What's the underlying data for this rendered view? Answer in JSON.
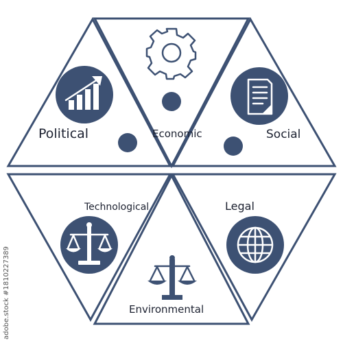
{
  "labels": {
    "political": "Political",
    "economic": "Economic",
    "social": "Social",
    "technological": "Technological",
    "legal": "Legal",
    "environmental": "Environmental"
  },
  "watermark": {
    "stock_id": "adobe.stock #1810227389"
  },
  "icons": {
    "political": "bar-chart-growth-icon",
    "economic": "gear-icon",
    "social": "document-icon",
    "technological": "balance-scale-icon",
    "legal": "globe-icon",
    "environmental": "balance-scale-icon"
  },
  "colors": {
    "stroke": "#3d5173",
    "icon_fill": "#3d5173",
    "text": "#1c2130"
  }
}
